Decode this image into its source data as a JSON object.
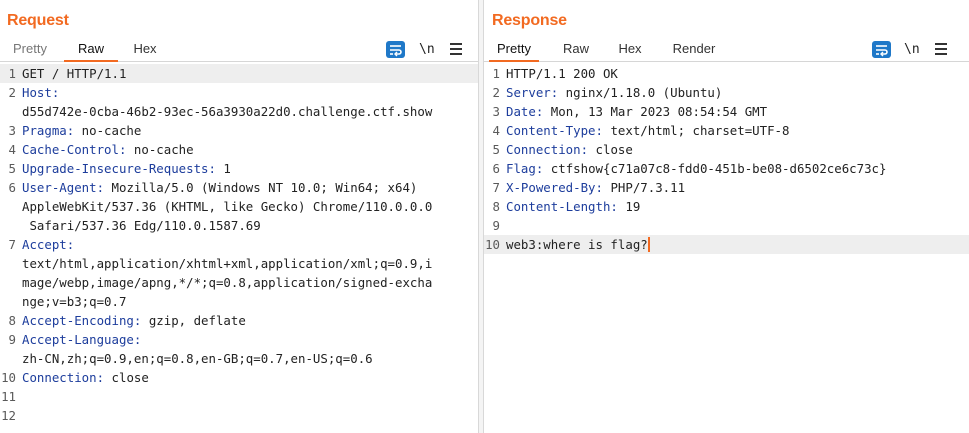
{
  "request": {
    "title": "Request",
    "tabs": [
      {
        "label": "Pretty",
        "active": false
      },
      {
        "label": "Raw",
        "active": true
      },
      {
        "label": "Hex",
        "active": false
      }
    ],
    "toolbar": {
      "newline_label": "\\n"
    },
    "lines": [
      {
        "n": "1",
        "key": "",
        "val": "GET / HTTP/1.1",
        "wrap": []
      },
      {
        "n": "2",
        "key": "Host:",
        "val": "",
        "wrap": [
          "d55d742e-0cba-46b2-93ec-56a3930a22d0.challenge.ctf.show"
        ]
      },
      {
        "n": "3",
        "key": "Pragma:",
        "val": " no-cache",
        "wrap": []
      },
      {
        "n": "4",
        "key": "Cache-Control:",
        "val": " no-cache",
        "wrap": []
      },
      {
        "n": "5",
        "key": "Upgrade-Insecure-Requests:",
        "val": " 1",
        "wrap": []
      },
      {
        "n": "6",
        "key": "User-Agent:",
        "val": " Mozilla/5.0 (Windows NT 10.0; Win64; x64)",
        "wrap": [
          "AppleWebKit/537.36 (KHTML, like Gecko) Chrome/110.0.0.0",
          " Safari/537.36 Edg/110.0.1587.69"
        ]
      },
      {
        "n": "7",
        "key": "Accept:",
        "val": "",
        "wrap": [
          "text/html,application/xhtml+xml,application/xml;q=0.9,i",
          "mage/webp,image/apng,*/*;q=0.8,application/signed-excha",
          "nge;v=b3;q=0.7"
        ]
      },
      {
        "n": "8",
        "key": "Accept-Encoding:",
        "val": " gzip, deflate",
        "wrap": []
      },
      {
        "n": "9",
        "key": "Accept-Language:",
        "val": "",
        "wrap": [
          "zh-CN,zh;q=0.9,en;q=0.8,en-GB;q=0.7,en-US;q=0.6"
        ]
      },
      {
        "n": "10",
        "key": "Connection:",
        "val": " close",
        "wrap": []
      },
      {
        "n": "11",
        "key": "",
        "val": "",
        "wrap": []
      },
      {
        "n": "12",
        "key": "",
        "val": "",
        "wrap": []
      }
    ]
  },
  "response": {
    "title": "Response",
    "tabs": [
      {
        "label": "Pretty",
        "active": true
      },
      {
        "label": "Raw",
        "active": false
      },
      {
        "label": "Hex",
        "active": false
      },
      {
        "label": "Render",
        "active": false
      }
    ],
    "toolbar": {
      "newline_label": "\\n"
    },
    "lines": [
      {
        "n": "1",
        "key": "",
        "val": "HTTP/1.1 200 OK"
      },
      {
        "n": "2",
        "key": "Server:",
        "val": " nginx/1.18.0 (Ubuntu)"
      },
      {
        "n": "3",
        "key": "Date:",
        "val": " Mon, 13 Mar 2023 08:54:54 GMT"
      },
      {
        "n": "4",
        "key": "Content-Type:",
        "val": " text/html; charset=UTF-8"
      },
      {
        "n": "5",
        "key": "Connection:",
        "val": " close"
      },
      {
        "n": "6",
        "key": "Flag:",
        "val": " ctfshow{c71a07c8-fdd0-451b-be08-d6502ce6c73c}"
      },
      {
        "n": "7",
        "key": "X-Powered-By:",
        "val": " PHP/7.3.11"
      },
      {
        "n": "8",
        "key": "Content-Length:",
        "val": " 19"
      },
      {
        "n": "9",
        "key": "",
        "val": ""
      },
      {
        "n": "10",
        "key": "",
        "val": "web3:where is flag?"
      }
    ]
  },
  "colors": {
    "accent": "#f26a21",
    "header_key": "#1d3d9c",
    "button_blue": "#1f78c8"
  }
}
